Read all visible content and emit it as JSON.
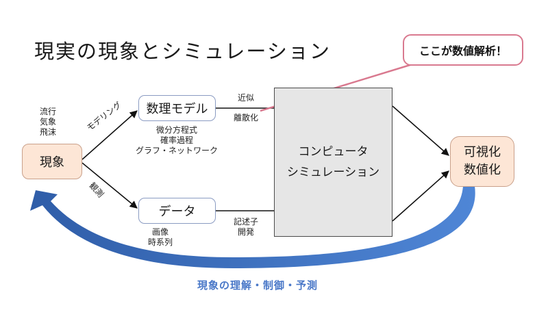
{
  "title": "現実の現象とシミュレーション",
  "callout": "ここが数値解析！",
  "nodes": {
    "phenomenon": "現象",
    "model": "数理モデル",
    "data": "データ",
    "simulation": [
      "コンピュータ",
      "シミュレーション"
    ],
    "visualization": [
      "可視化",
      "数値化"
    ]
  },
  "labels": {
    "examples": [
      "流行",
      "気象",
      "飛沫"
    ],
    "modeling": "モデリング",
    "observation": "観測",
    "model_kinds": [
      "微分方程式",
      "確率過程",
      "グラフ・ネットワーク"
    ],
    "approx": [
      "近似",
      "離散化"
    ],
    "data_kinds": [
      "画像",
      "時系列"
    ],
    "descriptor": [
      "記述子",
      "開発"
    ]
  },
  "feedback": "現象の理解・制御・予測",
  "colors": {
    "peach_fill": "#fde6d6",
    "callout_border": "#d9798f",
    "feedback_arrow": "#3f6db3",
    "feedback_text": "#4a78c8",
    "sim_fill": "#e6e6e6"
  }
}
